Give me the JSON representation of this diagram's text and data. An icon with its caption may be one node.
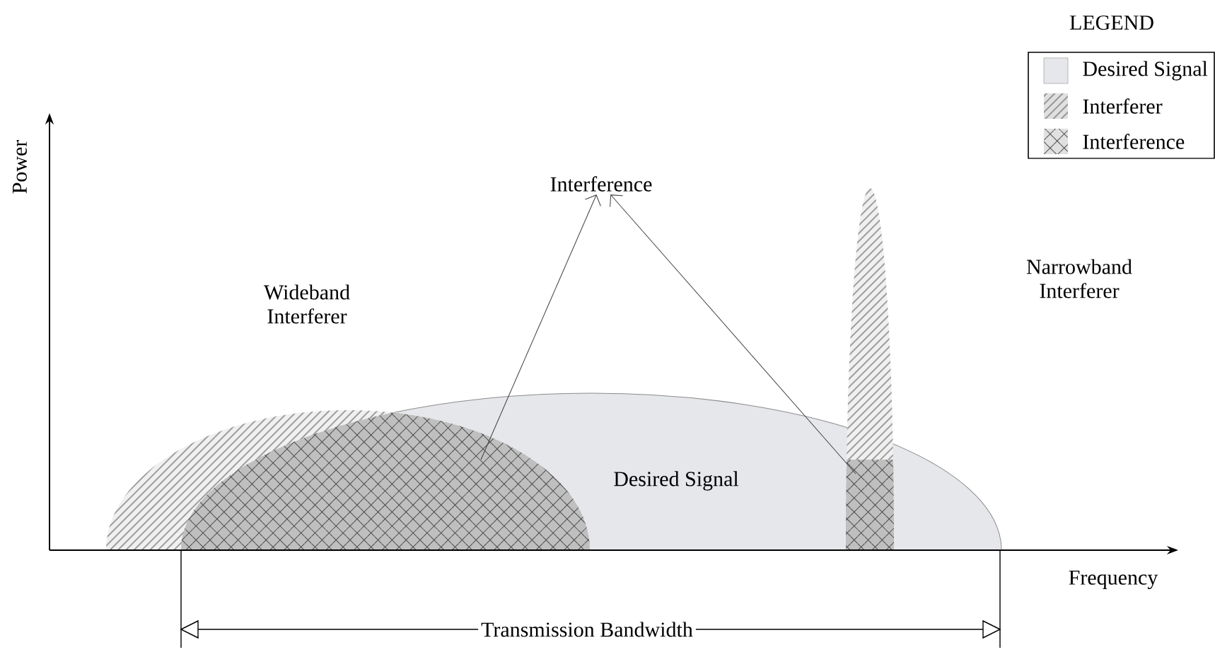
{
  "diagram": {
    "nodes": [
      {
        "text": [
          "Interference"
        ]
      },
      {
        "text": [],
        "shape": "picture"
      },
      {
        "text": [],
        "shape": "picture"
      }
    ],
    "edges": [
      {
        "from": 1,
        "to": 0,
        "arrow": "to"
      },
      {
        "from": 2,
        "to": 0,
        "arrow": "to"
      }
    ],
    "labels": [
      "LEGEND",
      "Power",
      "Wideband Interferer",
      "Narrowband Interferer",
      "Desired Signal",
      "Frequency",
      "Transmission Bandwidth"
    ],
    "legend": [
      {
        "text": "Desired Signal",
        "color": "#e6e7eb"
      },
      {
        "text": "Interferer"
      },
      {
        "text": "Interference"
      }
    ]
  }
}
